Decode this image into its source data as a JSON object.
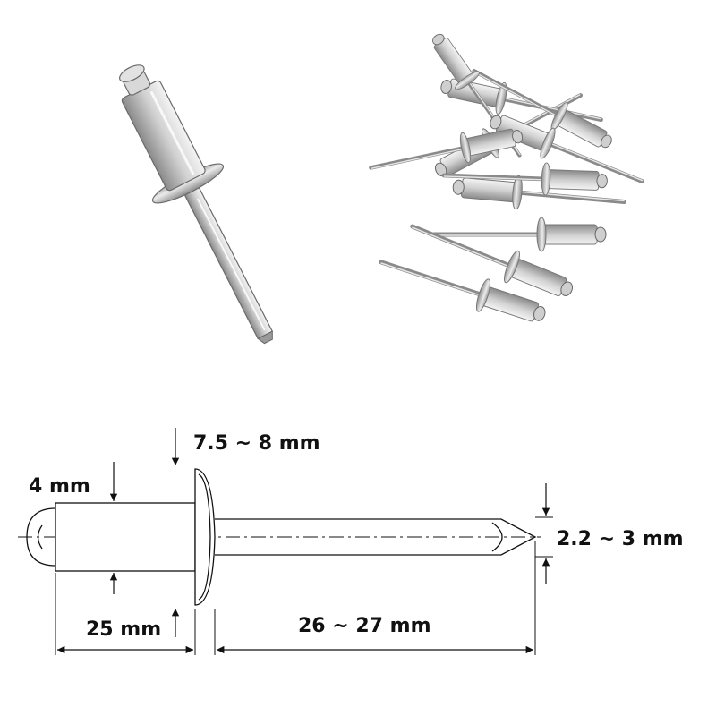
{
  "photos": {
    "single_rivet": "single-blind-rivet-photo",
    "rivet_pile": "pile-of-blind-rivets-photo"
  },
  "dimensions": {
    "head_thickness": "7.5 ~ 8 mm",
    "body_diameter": "4 mm",
    "mandrel_diameter": "2.2 ~ 3 mm",
    "body_length": "25 mm",
    "mandrel_length": "26 ~ 27 mm"
  },
  "colors": {
    "line": "#111111",
    "metal_light": "#e8e8e8",
    "metal_mid": "#b8b8b8",
    "metal_dark": "#6a6a6a"
  }
}
